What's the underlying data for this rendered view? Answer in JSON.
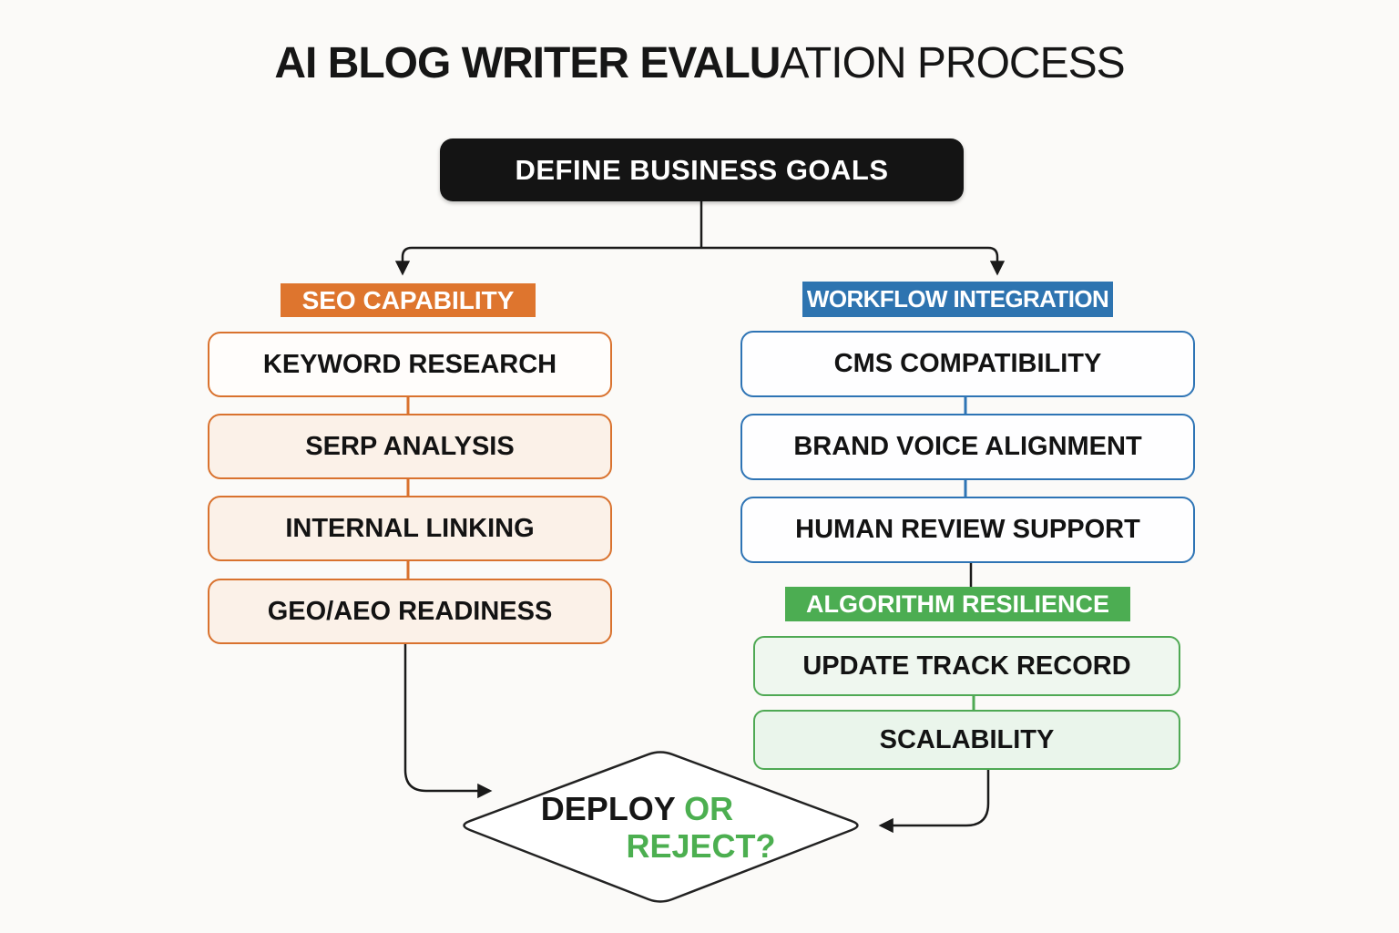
{
  "canvas": {
    "background": "#FBFAF8"
  },
  "title": {
    "part_bold": "AI BLOG WRITER EVALU",
    "part_regular": "ATION PROCESS"
  },
  "root": {
    "label": "DEFINE BUSINESS GOALS",
    "bg_color": "#141414",
    "text_color": "#FFFFFF"
  },
  "branches": {
    "seo": {
      "label": "SEO CAPABILITY",
      "accent_color": "#DE752E",
      "box_fill": "#FBF1E8",
      "items": [
        "KEYWORD RESEARCH",
        "SERP ANALYSIS",
        "INTERNAL LINKING",
        "GEO/AEO READINESS"
      ]
    },
    "workflow": {
      "label": "WORKFLOW INTEGRATION",
      "accent_color": "#2E74B0",
      "box_fill": "#FEFEFF",
      "items": [
        "CMS COMPATIBILITY",
        "BRAND VOICE ALIGNMENT",
        "HUMAN REVIEW SUPPORT"
      ]
    },
    "algorithm": {
      "label": "ALGORITHM RESILIENCE",
      "accent_color": "#4CAD52",
      "box_fill": "#EFF7EF",
      "items": [
        "UPDATE TRACK RECORD",
        "SCALABILITY"
      ]
    }
  },
  "decision": {
    "deploy": "DEPLOY",
    "or": " OR",
    "reject": "REJECT?",
    "deploy_color": "#161616",
    "reject_color": "#4CAF50"
  },
  "connector_color": "#1A1A1A"
}
